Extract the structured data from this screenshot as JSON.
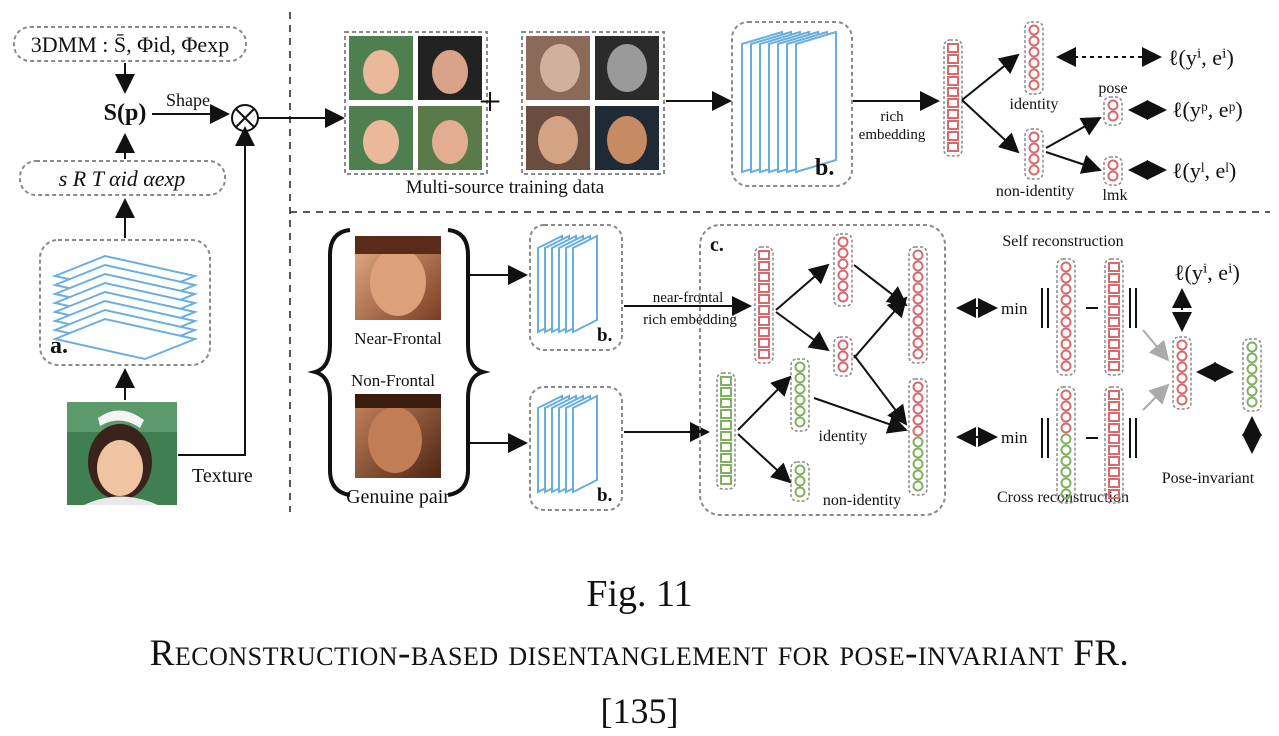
{
  "diagram": {
    "threedmm_label": "3DMM : S̄, Φid, Φexp",
    "shape_fn_label": "S(p)",
    "shape_edge_label": "Shape",
    "params_label": "s R T αid αexp",
    "module_a_label": "a.",
    "texture_label": "Texture",
    "multi_source_label": "Multi-source training data",
    "module_b_label": "b.",
    "rich_embedding_label": [
      "rich",
      "embedding"
    ],
    "identity_label": "identity",
    "non_identity_label": "non-identity",
    "pose_label": "pose",
    "lmk_label": "lmk",
    "loss_identity": "ℓ(yⁱ, eⁱ)",
    "loss_pose": "ℓ(yᵖ, eᵖ)",
    "loss_lmk": "ℓ(yˡ, eˡ)",
    "near_frontal_label": "Near-Frontal",
    "non_frontal_label": "Non-Frontal",
    "genuine_pair_label": "Genuine pair",
    "near_frontal_embedding_label": [
      "near-frontal",
      "rich embedding"
    ],
    "module_c_label": "c.",
    "identity_label_bottom": "identity",
    "non_identity_label_bottom": "non-identity",
    "self_reconstruction_label": "Self reconstruction",
    "cross_reconstruction_label": "Cross reconstruction",
    "min_label": "min",
    "pose_invariant_label": "Pose-invariant",
    "loss_identity_bottom": "ℓ(yⁱ, eⁱ)",
    "colors": {
      "red_feature": "#d86a6e",
      "green_feature": "#7fb25c",
      "blue_block": "#6aaee0",
      "dashed_border": "#8a8a8a"
    }
  },
  "caption": {
    "figure": "Fig. 11",
    "title": "Reconstruction-based disentanglement for pose-invariant FR.",
    "reference": "[135]"
  }
}
